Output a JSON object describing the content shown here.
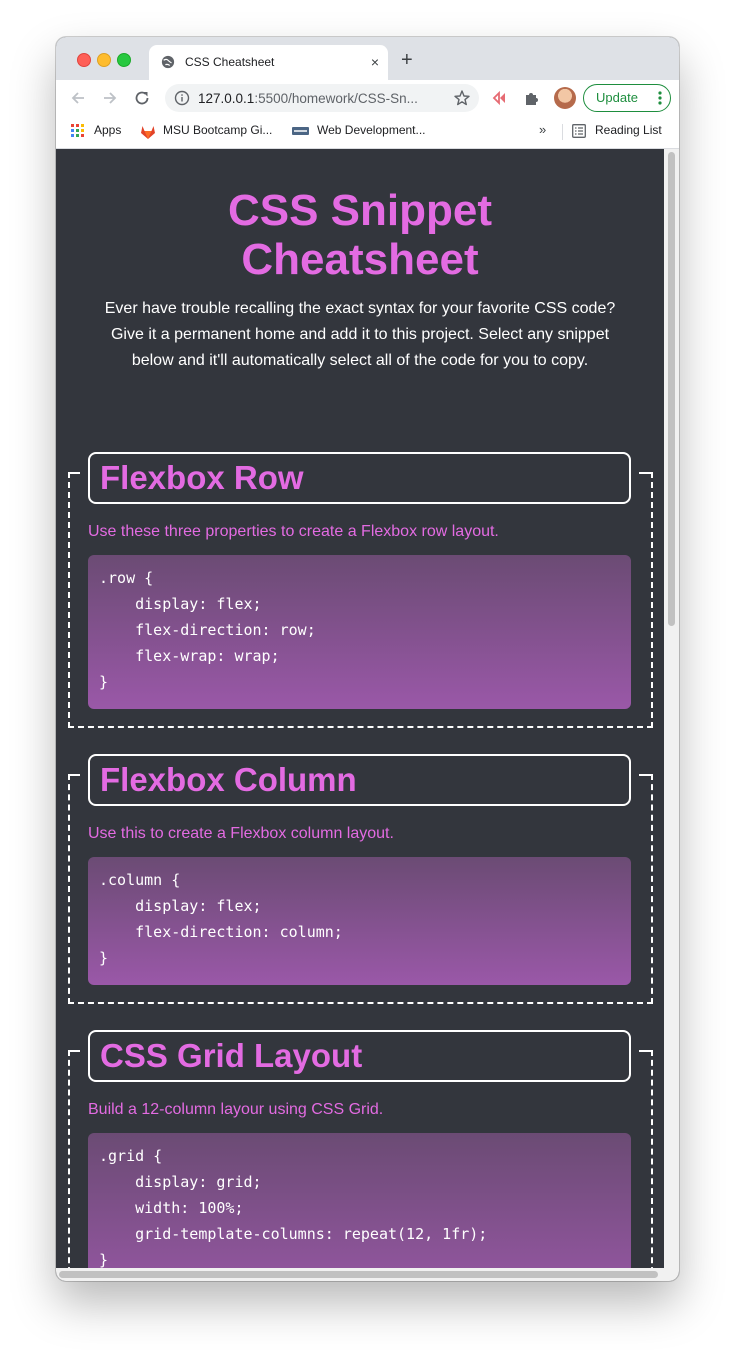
{
  "browser": {
    "tab_title": "CSS Cheatsheet",
    "tab_close": "×",
    "new_tab": "+",
    "url_host": "127.0.0.1",
    "url_rest": ":5500/homework/CSS-Sn...",
    "update_label": "Update",
    "bookmarks": {
      "apps": "Apps",
      "msu": "MSU Bootcamp Gi...",
      "webdev": "Web Development...",
      "more": "»",
      "reading_list": "Reading List"
    },
    "icons": {
      "back": "back-arrow-icon",
      "forward": "forward-arrow-icon",
      "reload": "reload-icon",
      "star": "star-icon",
      "extensions": "puzzle-icon"
    }
  },
  "page": {
    "title_line1": "CSS Snippet",
    "title_line2": "Cheatsheet",
    "intro": "Ever have trouble recalling the exact syntax for your favorite CSS code? Give it a permanent home and add it to this project. Select any snippet below and it'll automatically select all of the code for you to copy.",
    "colors": {
      "accent": "#e36be2",
      "background": "#33363d",
      "code_top": "#6b4b74",
      "code_bottom": "#9a58a8"
    },
    "cards": [
      {
        "title": "Flexbox Row",
        "description": "Use these three properties to create a Flexbox row layout.",
        "code": ".row {\n    display: flex;\n    flex-direction: row;\n    flex-wrap: wrap;\n}"
      },
      {
        "title": "Flexbox Column",
        "description": "Use this to create a Flexbox column layout.",
        "code": ".column {\n    display: flex;\n    flex-direction: column;\n}"
      },
      {
        "title": "CSS Grid Layout",
        "description": "Build a 12-column layour using CSS Grid.",
        "code": ".grid {\n    display: grid;\n    width: 100%;\n    grid-template-columns: repeat(12, 1fr);\n}"
      }
    ]
  }
}
